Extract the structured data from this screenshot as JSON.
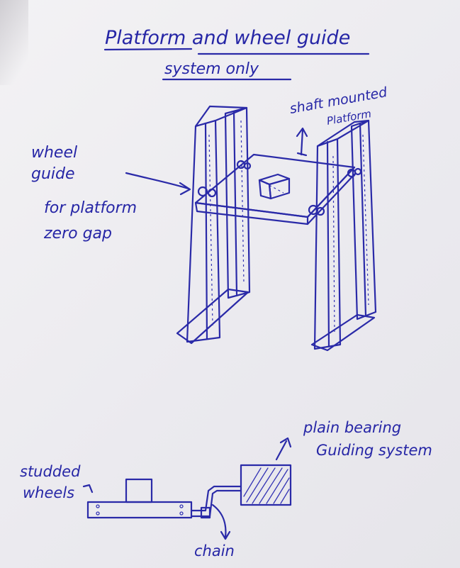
{
  "title": {
    "line1": "Platform and wheel guide",
    "line2": "system only"
  },
  "labels": {
    "shaft_mounted_line1": "shaft mounted",
    "shaft_mounted_line2": "Platform",
    "wheel_guide_line1": "wheel",
    "wheel_guide_line2": "guide",
    "wheel_guide_line3": "for platform",
    "wheel_guide_line4": "zero gap",
    "plain_bearing_line1": "plain bearing",
    "plain_bearing_line2": "Guiding system",
    "studded_line1": "studded",
    "studded_line2": "wheels",
    "chain": "chain"
  },
  "colors": {
    "ink": "#2a2aa8",
    "paper": "#eeedf1"
  }
}
